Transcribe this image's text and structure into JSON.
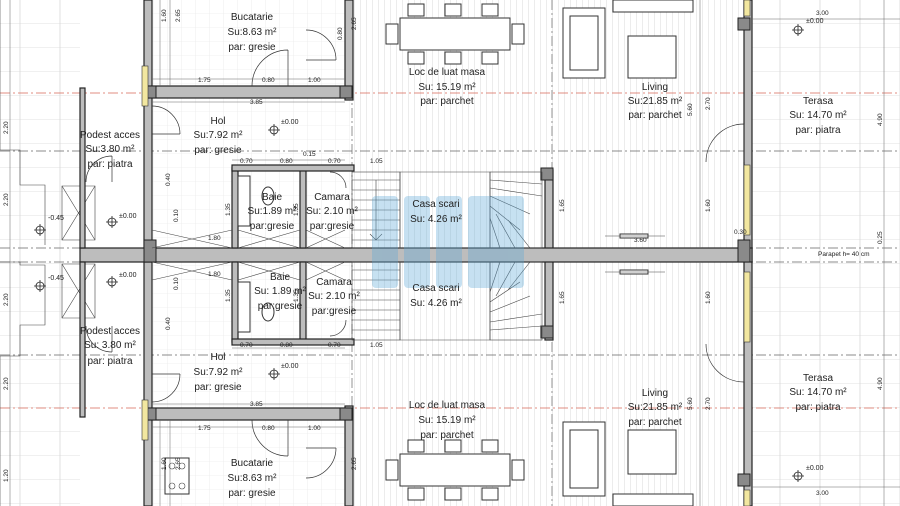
{
  "rooms": {
    "bucatarie_top": {
      "name": "Bucatarie",
      "area": "Su:8.63 m²",
      "floor": "par: gresie"
    },
    "hol_top": {
      "name": "Hol",
      "area": "Su:7.92 m²",
      "floor": "par: gresie"
    },
    "podest_top": {
      "name": "Podest acces",
      "area": "Su:3.80 m²",
      "floor": "par: piatra"
    },
    "baie_top": {
      "name": "Baie",
      "area": "Su:1.89 m²",
      "floor": "par:gresie"
    },
    "camara_top": {
      "name": "Camara",
      "area": "Su: 2.10 m²",
      "floor": "par:gresie"
    },
    "loc_top": {
      "name": "Loc de luat masa",
      "area": "Su: 15.19 m²",
      "floor": "par: parchet"
    },
    "casa_top": {
      "name": "Casa scari",
      "area": "Su: 4.26 m²"
    },
    "living_top": {
      "name": "Living",
      "area": "Su:21.85 m²",
      "floor": "par: parchet"
    },
    "terasa_top": {
      "name": "Terasa",
      "area": "Su: 14.70 m²",
      "floor": "par: piatra"
    },
    "baie_bot": {
      "name": "Baie",
      "area": "Su: 1.89 m²",
      "floor": "par:gresie"
    },
    "camara_bot": {
      "name": "Camara",
      "area": "Su: 2.10 m²",
      "floor": "par:gresie"
    },
    "casa_bot": {
      "name": "Casa scari",
      "area": "Su: 4.26 m²"
    },
    "podest_bot": {
      "name": "Podest acces",
      "area": "Su: 3.80 m²",
      "floor": "par: piatra"
    },
    "hol_bot": {
      "name": "Hol",
      "area": "Su:7.92 m²",
      "floor": "par: gresie"
    },
    "loc_bot": {
      "name": "Loc de luat masa",
      "area": "Su: 15.19 m²",
      "floor": "par: parchet"
    },
    "living_bot": {
      "name": "Living",
      "area": "Su:21.85 m²",
      "floor": "par: parchet"
    },
    "terasa_bot": {
      "name": "Terasa",
      "area": "Su: 14.70 m²",
      "floor": "par: piatra"
    },
    "bucatarie_bot": {
      "name": "Bucatarie",
      "area": "Su:8.63 m²",
      "floor": "par: gresie"
    }
  },
  "levels": {
    "zero": "±0.00",
    "minus": "-0.45"
  },
  "dims": {
    "d160": "1.60",
    "d265": "2.65",
    "d080": "0.80",
    "d175": "1.75",
    "d100": "1.00",
    "d385": "3.85",
    "d220": "2.20",
    "d070": "0.70",
    "d015": "0.15",
    "d105": "1.05",
    "d180": "1.80",
    "d135": "1.35",
    "d040": "0.40",
    "d010": "0.10",
    "d560": "5.60",
    "d270": "2.70",
    "d490": "4.90",
    "d300": "3.00",
    "d025": "0.25",
    "d030": "0.30",
    "d120": "1.20",
    "d360": "3.60",
    "d165": "1.65"
  },
  "notes": {
    "parapet": "Parapet h= 40 cm"
  }
}
